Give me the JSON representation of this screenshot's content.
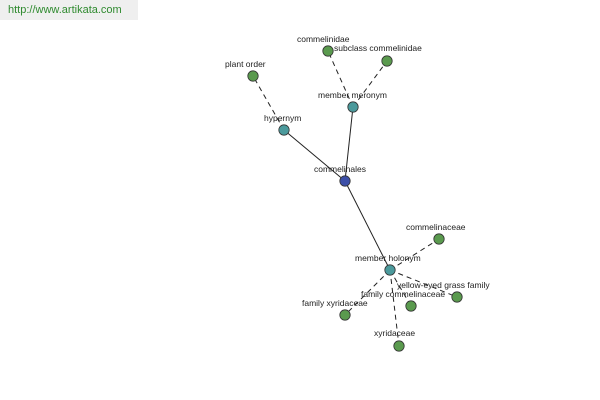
{
  "banner": {
    "url_text": "http://www.artikata.com"
  },
  "colors": {
    "center": "#3c4fa8",
    "relation": "#4b9a9c",
    "leaf": "#5a9a4e",
    "edge": "#222222"
  },
  "nodes": [
    {
      "id": "commelinales",
      "label": "commelinales",
      "kind": "center"
    },
    {
      "id": "hypernym",
      "label": "hypernym",
      "kind": "relation"
    },
    {
      "id": "member-meronym",
      "label": "member meronym",
      "kind": "relation"
    },
    {
      "id": "member-holonym",
      "label": "member holonym",
      "kind": "relation"
    },
    {
      "id": "plant-order",
      "label": "plant order",
      "kind": "leaf"
    },
    {
      "id": "commelinidae",
      "label": "commelinidae",
      "kind": "leaf"
    },
    {
      "id": "subclass-commelinidae",
      "label": "subclass commelinidae",
      "kind": "leaf"
    },
    {
      "id": "commelinaceae",
      "label": "commelinaceae",
      "kind": "leaf"
    },
    {
      "id": "yellow-eyed-grass-family",
      "label": "yellow-eyed grass family",
      "kind": "leaf"
    },
    {
      "id": "family-commelinaceae",
      "label": "family commelinaceae",
      "kind": "leaf"
    },
    {
      "id": "family-xyridaceae",
      "label": "family xyridaceae",
      "kind": "leaf"
    },
    {
      "id": "xyridaceae",
      "label": "xyridaceae",
      "kind": "leaf"
    }
  ],
  "edges": [
    {
      "from": "commelinales",
      "to": "hypernym",
      "style": "solid"
    },
    {
      "from": "commelinales",
      "to": "member-meronym",
      "style": "solid"
    },
    {
      "from": "commelinales",
      "to": "member-holonym",
      "style": "solid"
    },
    {
      "from": "hypernym",
      "to": "plant-order",
      "style": "dashed"
    },
    {
      "from": "member-meronym",
      "to": "commelinidae",
      "style": "dashed"
    },
    {
      "from": "member-meronym",
      "to": "subclass-commelinidae",
      "style": "dashed"
    },
    {
      "from": "member-holonym",
      "to": "commelinaceae",
      "style": "dashed"
    },
    {
      "from": "member-holonym",
      "to": "yellow-eyed-grass-family",
      "style": "dashed"
    },
    {
      "from": "member-holonym",
      "to": "family-commelinaceae",
      "style": "dashed"
    },
    {
      "from": "member-holonym",
      "to": "family-xyridaceae",
      "style": "dashed"
    },
    {
      "from": "member-holonym",
      "to": "xyridaceae",
      "style": "dashed"
    }
  ]
}
